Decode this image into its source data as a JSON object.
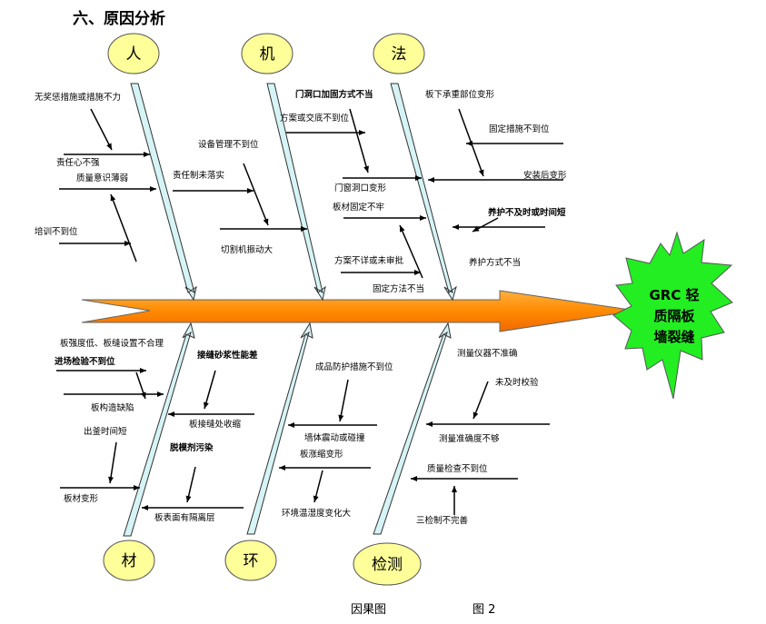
{
  "section_heading": "六、原因分析",
  "effect": {
    "line1": "GRC 轻",
    "line2": "质隔板",
    "line3": "墙裂缝"
  },
  "categories": {
    "people": "人",
    "machine": "机",
    "method": "法",
    "material": "材",
    "environment": "环",
    "inspection": "检测"
  },
  "causes": {
    "people": {
      "c1": "无奖惩措施或措施不力",
      "c2": "责任心不强",
      "c3": "质量意识薄弱",
      "c4": "培训不到位",
      "c5": "责任制未落实"
    },
    "machine": {
      "c1": "设备管理不到位",
      "c2": "切割机振动大"
    },
    "method": {
      "c1": "门洞口加固方式不当",
      "c2": "方案或交底不到位",
      "c3": "门窗洞口变形",
      "c4": "板材固定不牢",
      "c5": "方案不详或未审批",
      "c6": "固定方法不当",
      "c7": "板下承重部位变形",
      "c8": "固定措施不到位",
      "c9": "安装后变形",
      "c10": "养护不及时或时间短",
      "c11": "养护方式不当"
    },
    "material": {
      "c1": "板强度低、板缝设置不合理",
      "c2": "进场检验不到位",
      "c3": "板构造缺陷",
      "c4": "接缝砂浆性能差",
      "c5": "板接缝处收缩",
      "c6": "出釜时间短",
      "c7": "脱模剂污染",
      "c8": "板材变形",
      "c9": "板表面有隔离层"
    },
    "environment": {
      "c1": "成品防护措施不到位",
      "c2": "墙体震动或碰撞",
      "c3": "板涨缩变形",
      "c4": "环境温湿度变化大"
    },
    "inspection": {
      "c1": "测量仪器不准确",
      "c2": "未及时校验",
      "c3": "测量准确度不够",
      "c4": "质量检查不到位",
      "c5": "三检制不完善"
    }
  },
  "caption": {
    "left": "因果图",
    "right": "图 2"
  },
  "colors": {
    "spine": "#ff8a00",
    "bone": "#d6f4f6",
    "category_fill": "#ffff9a",
    "effect_fill": "#22ee22"
  }
}
